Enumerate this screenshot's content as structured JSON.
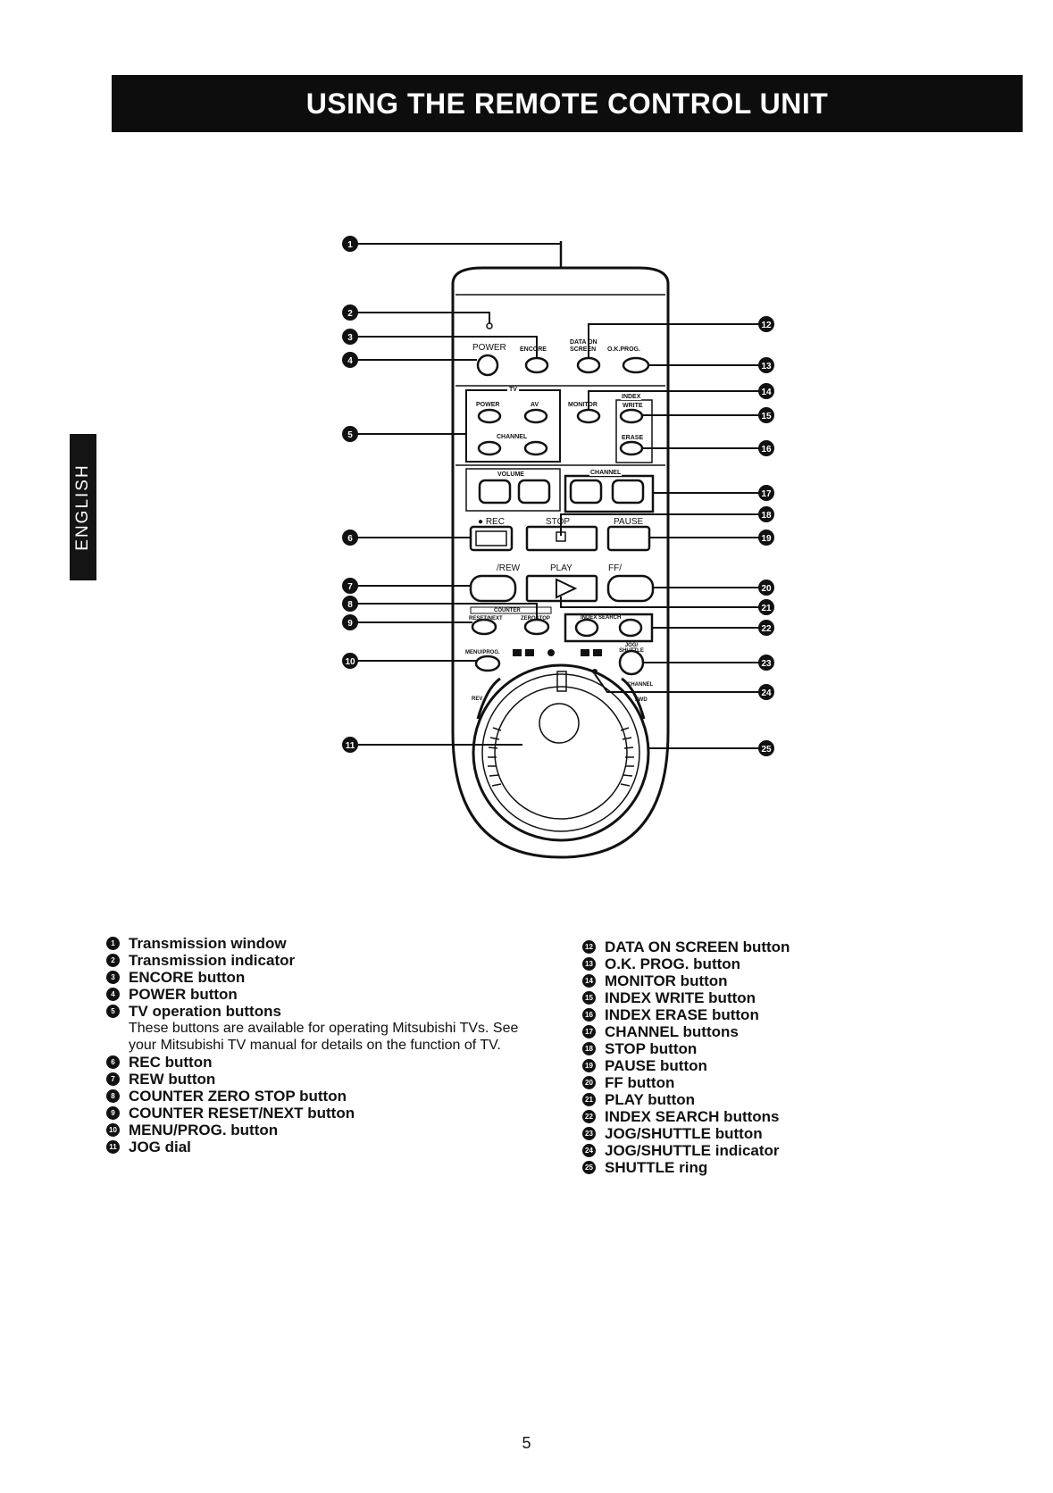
{
  "header": {
    "title": "USING THE REMOTE CONTROL UNIT"
  },
  "side_tab": {
    "label": "ENGLISH"
  },
  "remote_labels": {
    "power": "POWER",
    "encore": "ENCORE",
    "data_on": "DATA ON",
    "screen": "SCREEN",
    "ok_prog": "O.K.PROG.",
    "tv": "TV",
    "tv_power": "POWER",
    "av": "AV",
    "channel_tv": "CHANNEL",
    "monitor": "MONITOR",
    "index": "INDEX",
    "write": "WRITE",
    "erase": "ERASE",
    "volume": "VOLUME",
    "channel": "CHANNEL",
    "rec": "● REC",
    "stop": "STOP",
    "pause": "PAUSE",
    "rew": "/REW",
    "play": "PLAY",
    "ff": "FF/",
    "counter": "COUNTER",
    "reset_next": "RESET/NEXT",
    "zero_stop": "ZEROSTOP",
    "index_search": "INDEX SEARCH",
    "menu_prog": "MENU/PROG.",
    "jog_shuttle": "JOG/ SHUTTLE",
    "channel_ring": "CHANNEL",
    "rev": "REV",
    "fwd": "FWD"
  },
  "callouts": [
    "1",
    "2",
    "3",
    "4",
    "5",
    "6",
    "7",
    "8",
    "9",
    "10",
    "11",
    "12",
    "13",
    "14",
    "15",
    "16",
    "17",
    "18",
    "19",
    "20",
    "21",
    "22",
    "23",
    "24",
    "25"
  ],
  "legend_left": [
    {
      "num": "1",
      "text": "Transmission window"
    },
    {
      "num": "2",
      "text": "Transmission indicator"
    },
    {
      "num": "3",
      "text": "ENCORE button"
    },
    {
      "num": "4",
      "text": "POWER button"
    },
    {
      "num": "5",
      "text": "TV operation buttons"
    },
    {
      "num": "6",
      "text": "REC button"
    },
    {
      "num": "7",
      "text": "REW button"
    },
    {
      "num": "8",
      "text": "COUNTER ZERO STOP button"
    },
    {
      "num": "9",
      "text": "COUNTER RESET/NEXT button"
    },
    {
      "num": "10",
      "text": "MENU/PROG. button"
    },
    {
      "num": "11",
      "text": "JOG dial"
    }
  ],
  "tv_note": "These buttons are available for operating Mitsubishi TVs. See your Mitsubishi TV manual for details on the function of TV.",
  "legend_right": [
    {
      "num": "12",
      "text": "DATA ON SCREEN button"
    },
    {
      "num": "13",
      "text": "O.K. PROG. button"
    },
    {
      "num": "14",
      "text": "MONITOR button"
    },
    {
      "num": "15",
      "text": "INDEX WRITE button"
    },
    {
      "num": "16",
      "text": "INDEX ERASE button"
    },
    {
      "num": "17",
      "text": "CHANNEL buttons"
    },
    {
      "num": "18",
      "text": "STOP button"
    },
    {
      "num": "19",
      "text": "PAUSE button"
    },
    {
      "num": "20",
      "text": "FF button"
    },
    {
      "num": "21",
      "text": "PLAY button"
    },
    {
      "num": "22",
      "text": "INDEX SEARCH buttons"
    },
    {
      "num": "23",
      "text": "JOG/SHUTTLE button"
    },
    {
      "num": "24",
      "text": "JOG/SHUTTLE indicator"
    },
    {
      "num": "25",
      "text": "SHUTTLE ring"
    }
  ],
  "page_number": "5"
}
